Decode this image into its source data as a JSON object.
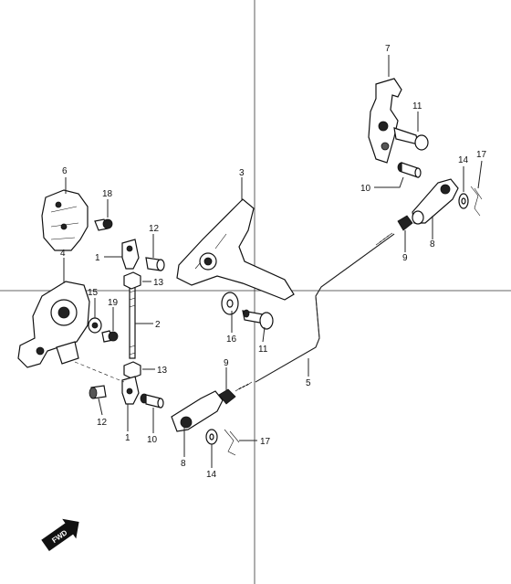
{
  "callouts": [
    "1",
    "1",
    "2",
    "3",
    "4",
    "5",
    "6",
    "7",
    "8",
    "8",
    "9",
    "9",
    "10",
    "10",
    "11",
    "11",
    "12",
    "12",
    "13",
    "13",
    "14",
    "14",
    "15",
    "16",
    "17",
    "17",
    "18",
    "19"
  ],
  "badge": {
    "text": "FWD"
  }
}
